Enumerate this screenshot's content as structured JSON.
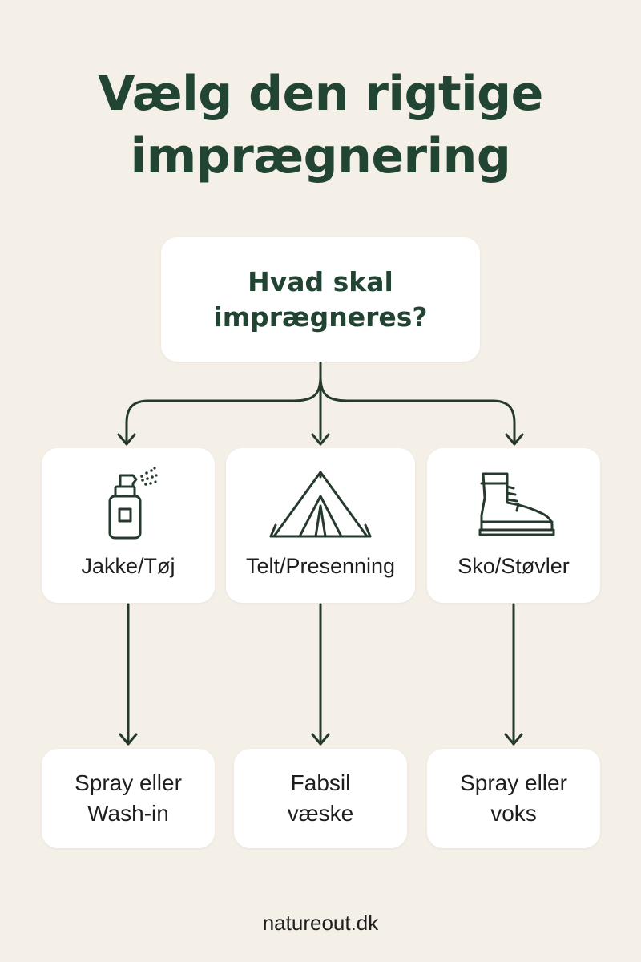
{
  "title": {
    "line1": "Vælg den rigtige",
    "line2": "imprægnering"
  },
  "question": {
    "line1": "Hvad skal",
    "line2": "imprægneres?"
  },
  "categories": [
    {
      "label": "Jakke/Tøj",
      "icon": "spray-bottle-icon"
    },
    {
      "label": "Telt/Presenning",
      "icon": "tent-icon"
    },
    {
      "label": "Sko/Støvler",
      "icon": "boot-icon"
    }
  ],
  "recommendations": [
    {
      "line1": "Spray eller",
      "line2": "Wash-in"
    },
    {
      "line1": "Fabsil",
      "line2": "væske"
    },
    {
      "line1": "Spray eller",
      "line2": "voks"
    }
  ],
  "footer": "natureout.dk",
  "colors": {
    "background": "#f4efe7",
    "accent": "#224533",
    "card": "#ffffff",
    "text": "#1e1e1e"
  }
}
